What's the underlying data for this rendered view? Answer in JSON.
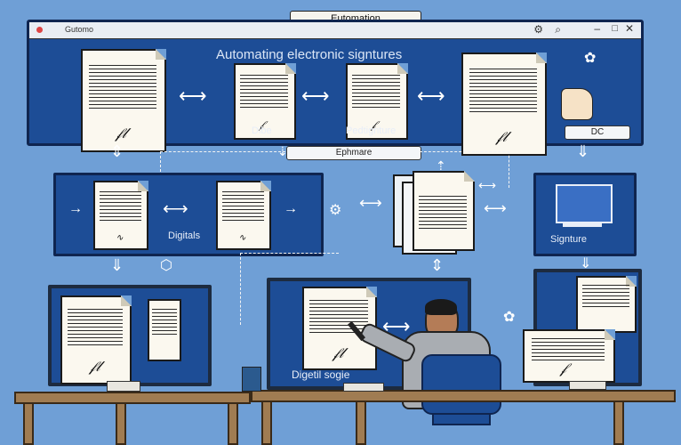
{
  "top_panel": {
    "tab_label": "Eutomation",
    "window_title": "Gutomo",
    "title": "Automating electronic signtures",
    "label_left": "Dibe",
    "label_mid": "Pedtignture",
    "button": "DC"
  },
  "middle": {
    "tag": "Ephmare",
    "left_panel_label": "Digitals",
    "right_panel_label": "Signture"
  },
  "bottom": {
    "monitor_label": "Digetil sogie"
  }
}
